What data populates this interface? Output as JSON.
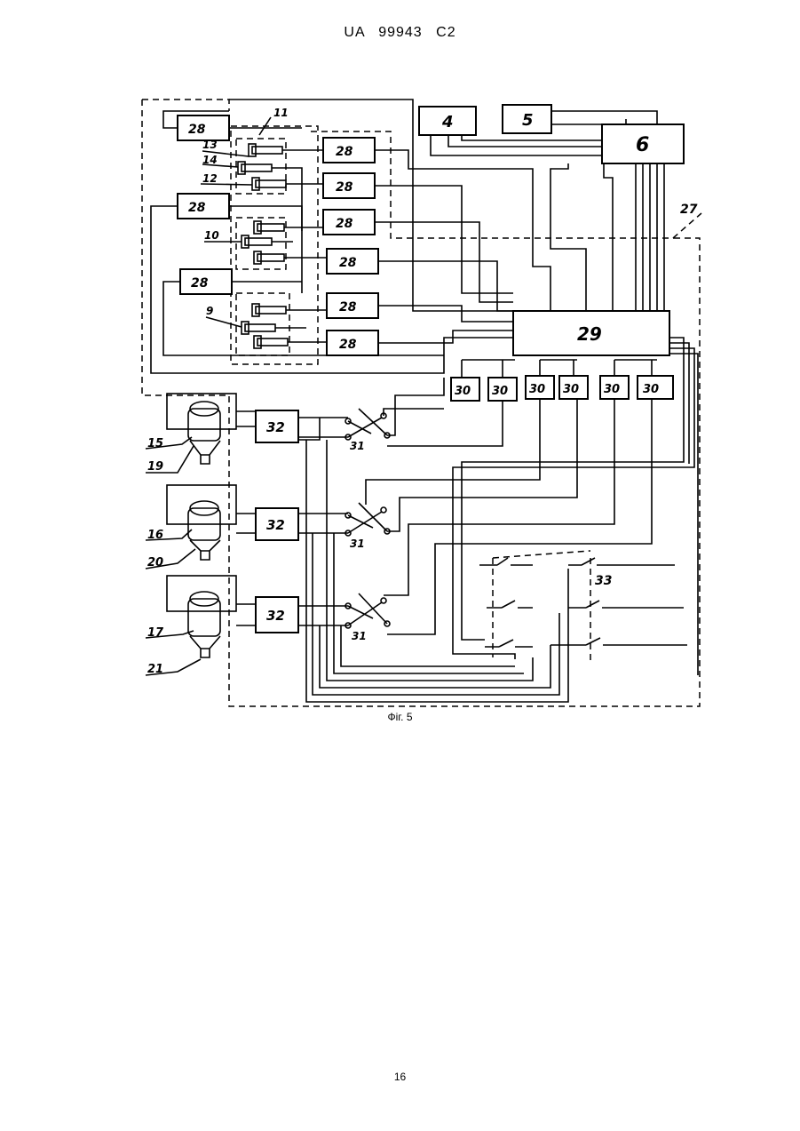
{
  "header": {
    "patent": "UA 99943 C2"
  },
  "figure": {
    "caption": "Фіг. 5",
    "labels": {
      "b4": "4",
      "b5": "5",
      "b6": "6",
      "b29": "29",
      "b27": "27",
      "b28": "28",
      "b30": "30",
      "b32": "32",
      "b31": "31",
      "b33": "33",
      "l11": "11",
      "l13": "13",
      "l14": "14",
      "l12": "12",
      "l10": "10",
      "l9": "9",
      "l15": "15",
      "l19": "19",
      "l16": "16",
      "l20": "20",
      "l17": "17",
      "l21": "21"
    }
  },
  "footer": {
    "page": "16"
  }
}
